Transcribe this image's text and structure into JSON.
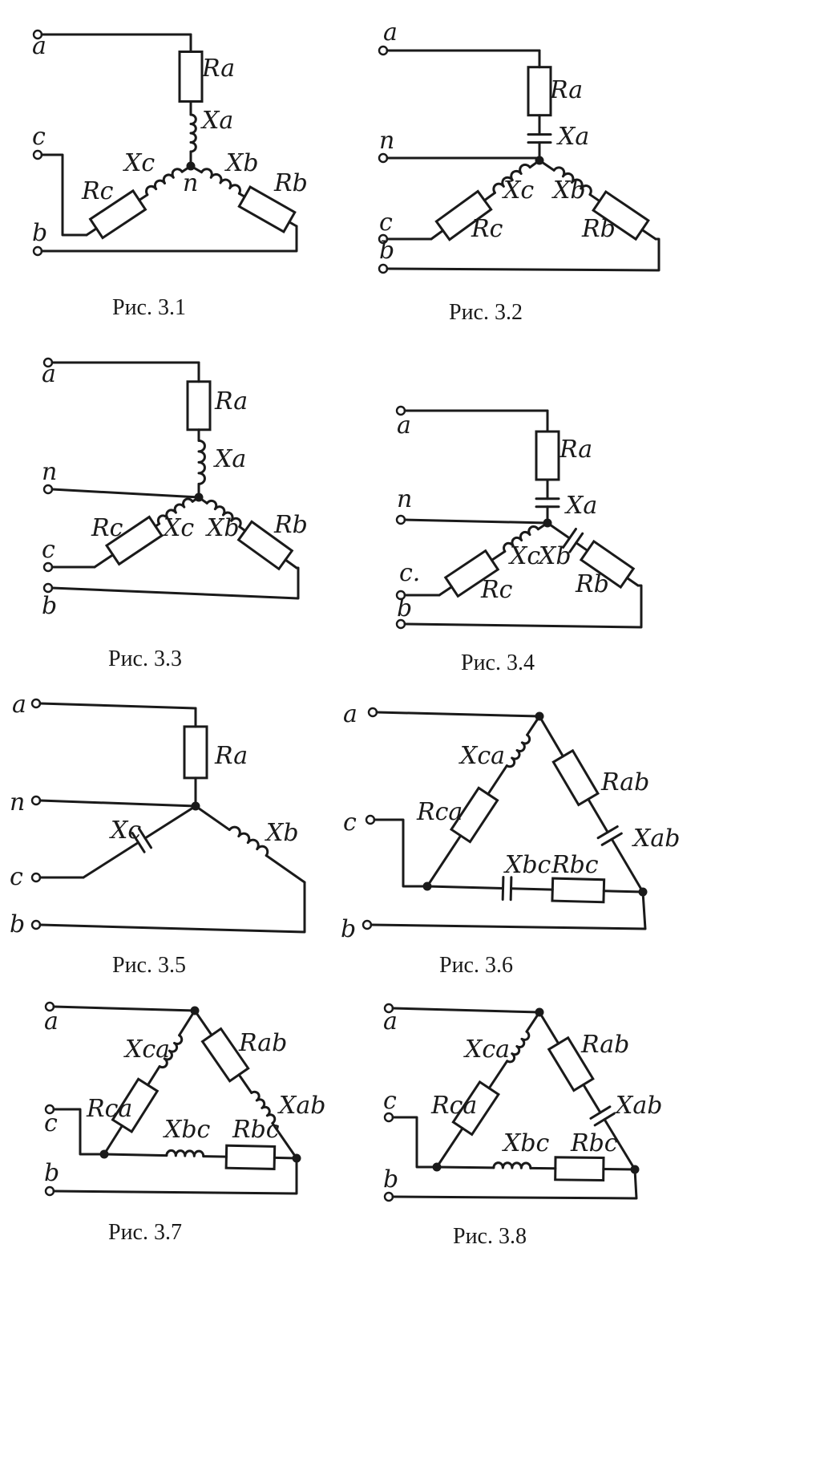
{
  "figures": [
    {
      "caption": "Рис. 3.1",
      "terminals": [
        "a",
        "c",
        "b"
      ],
      "neutral": "n",
      "elements": [
        "Ra",
        "Xa",
        "Xc",
        "Rc",
        "Xb",
        "Rb"
      ]
    },
    {
      "caption": "Рис. 3.2",
      "terminals": [
        "a",
        "n",
        "c",
        "b"
      ],
      "elements": [
        "Ra",
        "Xa",
        "Xc",
        "Rc",
        "Xb",
        "Rb"
      ]
    },
    {
      "caption": "Рис. 3.3",
      "terminals": [
        "a",
        "n",
        "c",
        "b"
      ],
      "elements": [
        "Ra",
        "Xa",
        "Rc",
        "Xc",
        "Xb",
        "Rb"
      ]
    },
    {
      "caption": "Рис. 3.4",
      "terminals": [
        "a",
        "n",
        "c.",
        "b"
      ],
      "elements": [
        "Ra",
        "Xa",
        "Xc",
        "Rc",
        "Xb",
        "Rb"
      ]
    },
    {
      "caption": "Рис. 3.5",
      "terminals": [
        "a",
        "n",
        "c",
        "b"
      ],
      "elements": [
        "Ra",
        "Xc",
        "Xb"
      ]
    },
    {
      "caption": "Рис. 3.6",
      "terminals": [
        "a",
        "c",
        "b"
      ],
      "elements": [
        "Xca",
        "Rca",
        "Rab",
        "Xab",
        "Xbc",
        "Rbc"
      ]
    },
    {
      "caption": "Рис. 3.7",
      "terminals": [
        "a",
        "c",
        "b"
      ],
      "elements": [
        "Xca",
        "Rca",
        "Rab",
        "Xab",
        "Xbc",
        "Rbc"
      ]
    },
    {
      "caption": "Рис. 3.8",
      "terminals": [
        "a",
        "c",
        "b"
      ],
      "elements": [
        "Xca",
        "Rca",
        "Rab",
        "Xab",
        "Xbc",
        "Rbc"
      ]
    }
  ],
  "colors": {
    "ink": "#1a1a1a",
    "paper": "#ffffff"
  }
}
